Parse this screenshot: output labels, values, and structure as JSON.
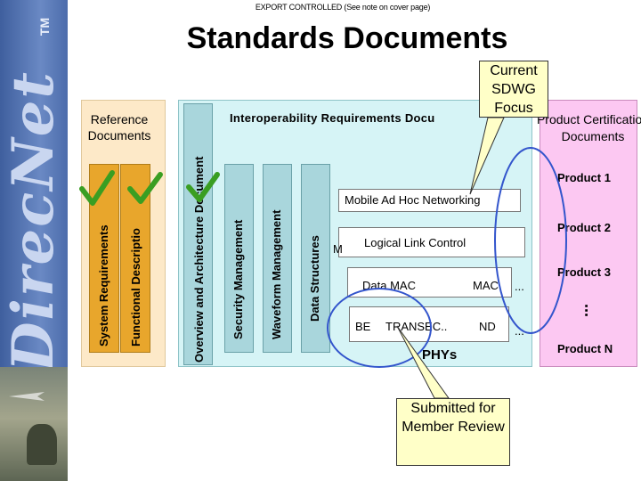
{
  "header": {
    "export_note": "EXPORT CONTROLLED (See note on cover page)",
    "title": "Standards Documents"
  },
  "branding": {
    "logo_text": "DirecNet",
    "tm": "TM"
  },
  "reference": {
    "label": "Reference Documents",
    "columns": [
      "System Requirements",
      "Functional Descriptio"
    ]
  },
  "interop": {
    "label": "Interoperability Requirements Docu",
    "columns": [
      "Overview and Architecture Document",
      "Security Management",
      "Waveform Management",
      "Data Structures"
    ]
  },
  "stack": {
    "manet": "Mobile Ad Hoc Networking",
    "llc_prefix": "M",
    "llc": "Logical Link Control",
    "data_mac": "Data MAC",
    "mac": "MAC",
    "be": "BE",
    "transec": "TRANSEC..",
    "nd": "ND",
    "dots": "...",
    "phys": "PHYs"
  },
  "product": {
    "label": "Product Certification Documents",
    "items": [
      "Product 1",
      "Product 2",
      "Product 3",
      "Product N"
    ],
    "ellipsis": "..."
  },
  "callouts": {
    "sdwg": "Current SDWG Focus",
    "submitted": "Submitted for Member Review"
  },
  "colors": {
    "check": "#3a9e22",
    "interop_bg": "#d6f4f6",
    "reference_bg": "#fde9c8",
    "product_bg": "#fcc8f2",
    "orange_col": "#e8a62c",
    "ellipse": "#3355cc"
  }
}
